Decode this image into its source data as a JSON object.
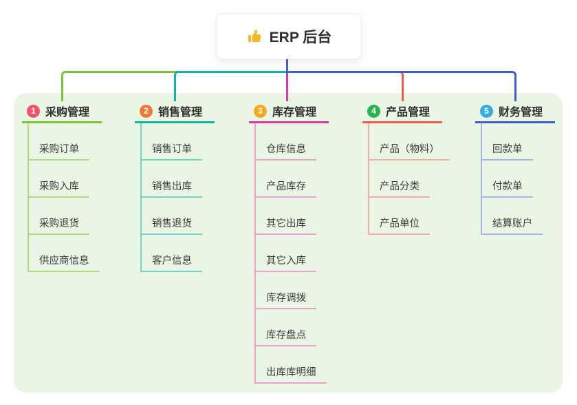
{
  "root": {
    "icon": "thumbs-up-icon",
    "label": "ERP 后台"
  },
  "branches": [
    {
      "badge": "1",
      "label": "采购管理",
      "color": "#7dc13d",
      "light_color": "#b0da7f",
      "badge_color": "#f1536d",
      "children": [
        "采购订单",
        "采购入库",
        "采购退货",
        "供应商信息"
      ]
    },
    {
      "badge": "2",
      "label": "销售管理",
      "color": "#12b2a4",
      "light_color": "#79d0c5",
      "badge_color": "#ef7b3a",
      "children": [
        "销售订单",
        "销售出库",
        "销售退货",
        "客户信息"
      ]
    },
    {
      "badge": "3",
      "label": "库存管理",
      "color": "#d93a9e",
      "light_color": "#efa0cc",
      "badge_color": "#f8a81e",
      "children": [
        "仓库信息",
        "产品库存",
        "其它出库",
        "其它入库",
        "库存调拨",
        "库存盘点",
        "出库库明细"
      ]
    },
    {
      "badge": "4",
      "label": "产品管理",
      "color": "#f05a4e",
      "light_color": "#f7aba4",
      "badge_color": "#29b351",
      "children": [
        "产品（物料）",
        "产品分类",
        "产品单位"
      ]
    },
    {
      "badge": "5",
      "label": "财务管理",
      "color": "#3f5ed1",
      "light_color": "#a7b4e6",
      "badge_color": "#35ade4",
      "children": [
        "回款单",
        "付款单",
        "结算账户"
      ]
    }
  ],
  "colors": {
    "panel_background": "#e9f6e3",
    "root_line": "#4b5cc6"
  }
}
